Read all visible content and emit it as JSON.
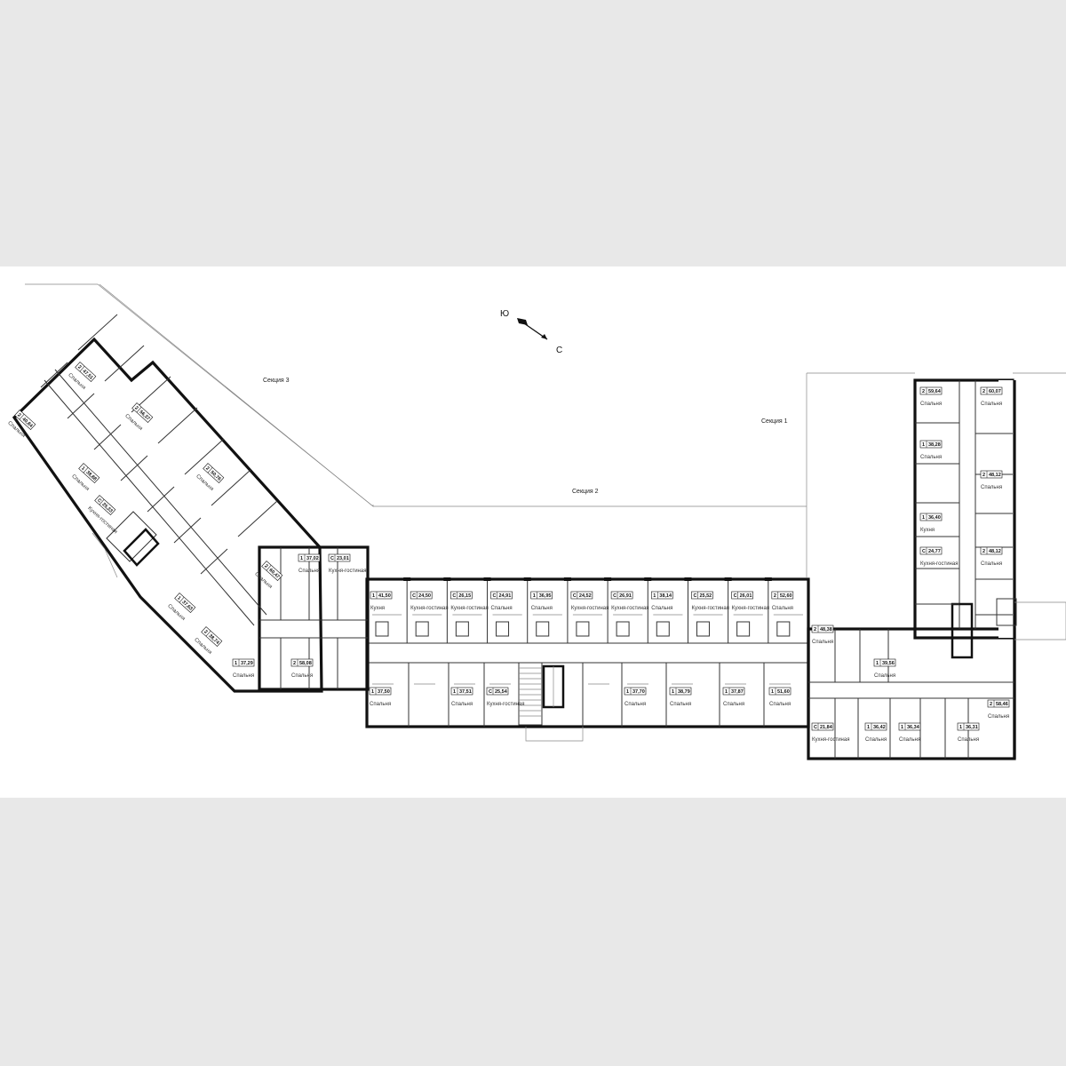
{
  "compass": {
    "south": "Ю",
    "north": "С",
    "icon": "compass-arrow-icon"
  },
  "sections": {
    "s1": "Секция 1",
    "s2": "Секция 2",
    "s3": "Секция 3"
  },
  "section2_top": [
    {
      "rooms": "1",
      "area": "41,50",
      "label": "Кухня"
    },
    {
      "rooms": "С",
      "area": "24,50",
      "label": "Кухня-гостиная"
    },
    {
      "rooms": "С",
      "area": "26,15",
      "label": "Кухня-гостиная"
    },
    {
      "rooms": "С",
      "area": "24,91",
      "label": "Спальня"
    },
    {
      "rooms": "1",
      "area": "36,95",
      "label": "Спальня"
    },
    {
      "rooms": "С",
      "area": "24,52",
      "label": "Кухня-гостиная"
    },
    {
      "rooms": "С",
      "area": "26,91",
      "label": "Кухня-гостиная"
    },
    {
      "rooms": "1",
      "area": "38,14",
      "label": "Спальня"
    },
    {
      "rooms": "С",
      "area": "25,52",
      "label": "Кухня-гостиная"
    },
    {
      "rooms": "С",
      "area": "26,01",
      "label": "Кухня-гостиная"
    },
    {
      "rooms": "2",
      "area": "52,60",
      "label": "Спальня"
    }
  ],
  "section2_bottom": [
    {
      "rooms": "1",
      "area": "37,50",
      "label": "Спальня"
    },
    {
      "rooms": "1",
      "area": "37,51",
      "label": "Спальня"
    },
    {
      "rooms": "С",
      "area": "25,54",
      "label": "Кухня-гостиная"
    },
    {
      "rooms": "1",
      "area": "37,70",
      "label": "Спальня"
    },
    {
      "rooms": "1",
      "area": "38,79",
      "label": "Спальня"
    },
    {
      "rooms": "1",
      "area": "37,87",
      "label": "Спальня"
    },
    {
      "rooms": "1",
      "area": "51,60",
      "label": "Спальня"
    }
  ],
  "section1": [
    {
      "rooms": "2",
      "area": "59,64",
      "label": "Спальня"
    },
    {
      "rooms": "2",
      "area": "60,07",
      "label": "Спальня"
    },
    {
      "rooms": "1",
      "area": "38,28",
      "label": "Спальня"
    },
    {
      "rooms": "2",
      "area": "48,12",
      "label": "Спальня"
    },
    {
      "rooms": "1",
      "area": "36,40",
      "label": "Кухня"
    },
    {
      "rooms": "С",
      "area": "24,77",
      "label": "Кухня-гостиная"
    },
    {
      "rooms": "2",
      "area": "48,12",
      "label": "Спальня"
    },
    {
      "rooms": "2",
      "area": "48,38",
      "label": "Спальня"
    },
    {
      "rooms": "1",
      "area": "39,56",
      "label": "Спальня"
    },
    {
      "rooms": "С",
      "area": "21,84",
      "label": "Кухня-гостиная"
    },
    {
      "rooms": "1",
      "area": "36,42",
      "label": "Спальня"
    },
    {
      "rooms": "1",
      "area": "36,34",
      "label": "Спальня"
    },
    {
      "rooms": "1",
      "area": "36,31",
      "label": "Спальня"
    },
    {
      "rooms": "2",
      "area": "58,46",
      "label": "Спальня"
    }
  ],
  "section3": [
    {
      "rooms": "2",
      "area": "47,51",
      "label": "Спальня"
    },
    {
      "rooms": "2",
      "area": "40,84",
      "label": "Спальня"
    },
    {
      "rooms": "2",
      "area": "56,37",
      "label": "Спальня"
    },
    {
      "rooms": "1",
      "area": "38,88",
      "label": "Спальня"
    },
    {
      "rooms": "С",
      "area": "25,23",
      "label": "Кухня-гостиная"
    },
    {
      "rooms": "2",
      "area": "50,76",
      "label": "Спальня"
    },
    {
      "rooms": "2",
      "area": "60,47",
      "label": "Спальня"
    },
    {
      "rooms": "1",
      "area": "37,02",
      "label": "Спальня"
    },
    {
      "rooms": "С",
      "area": "23,01",
      "label": "Кухня-гостиная"
    },
    {
      "rooms": "1",
      "area": "37,63",
      "label": "Спальня"
    },
    {
      "rooms": "2",
      "area": "38,74",
      "label": "Спальня"
    },
    {
      "rooms": "1",
      "area": "37,29",
      "label": "Спальня"
    },
    {
      "rooms": "2",
      "area": "58,08",
      "label": "Спальня"
    }
  ]
}
